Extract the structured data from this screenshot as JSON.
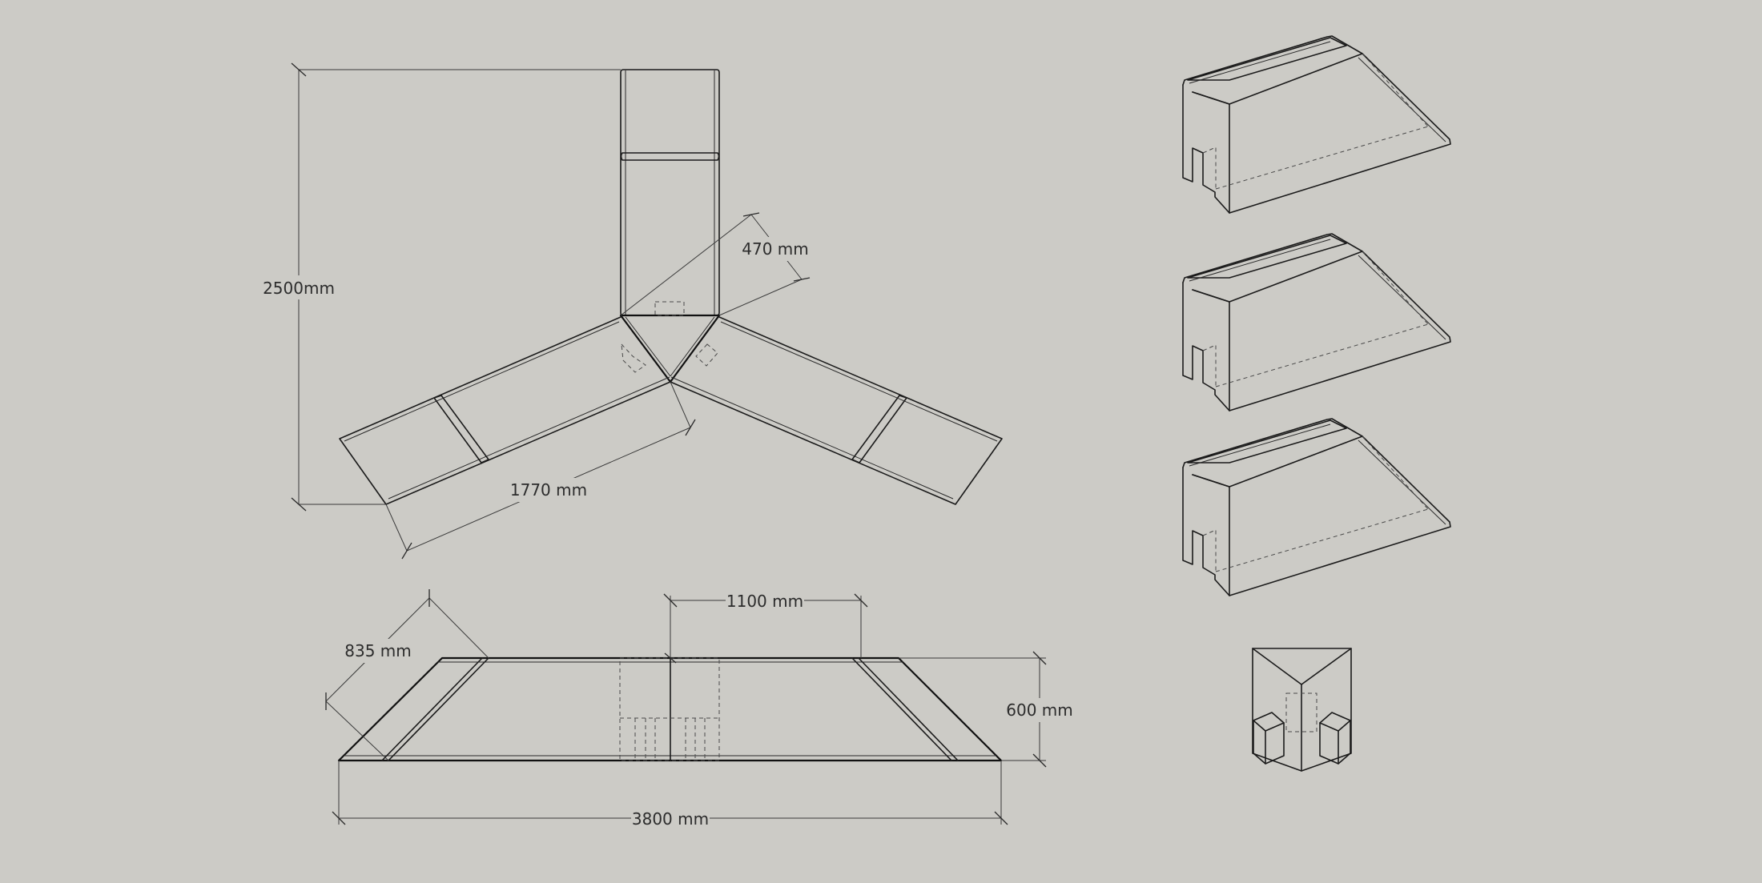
{
  "dimensions": {
    "height_total": "2500mm",
    "arm_depth": "470 mm",
    "arm_length": "1770 mm",
    "ramp_width": "1100 mm",
    "ramp_slope": "835 mm",
    "ramp_height": "600 mm",
    "overall_width": "3800 mm"
  },
  "colors": {
    "background": "#cccbc6",
    "line": "#1b1b1b"
  }
}
